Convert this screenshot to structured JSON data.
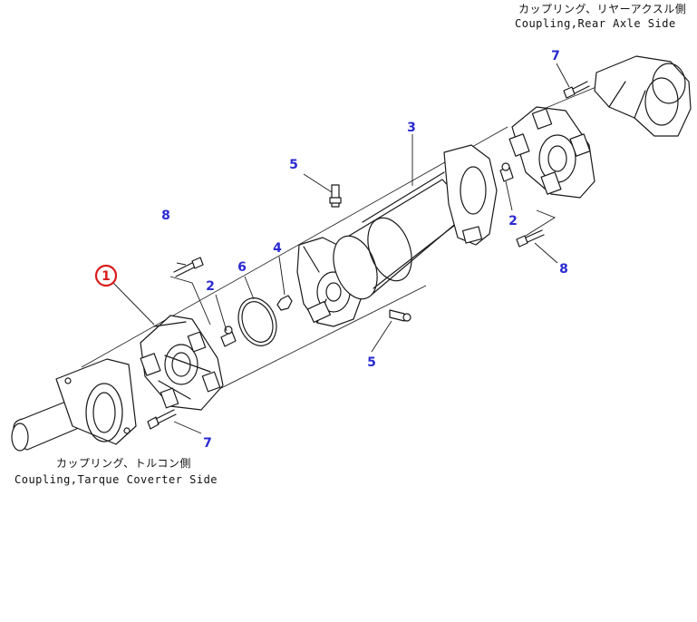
{
  "captions": {
    "rear_jp": "カップリング、リヤーアクスル側",
    "rear_en": "Coupling,Rear Axle Side",
    "front_jp": "カップリング、トルコン側",
    "front_en": "Coupling,Tarque Coverter Side"
  },
  "callouts": {
    "c1": "1",
    "c2a": "2",
    "c2b": "2",
    "c3": "3",
    "c4": "4",
    "c5a": "5",
    "c5b": "5",
    "c6": "6",
    "c7a": "7",
    "c7b": "7",
    "c8a": "8",
    "c8b": "8"
  },
  "colors": {
    "callout_text": "#2a2ad0",
    "highlight_circle": "#d81b1b",
    "line": "#1a1a1a"
  }
}
